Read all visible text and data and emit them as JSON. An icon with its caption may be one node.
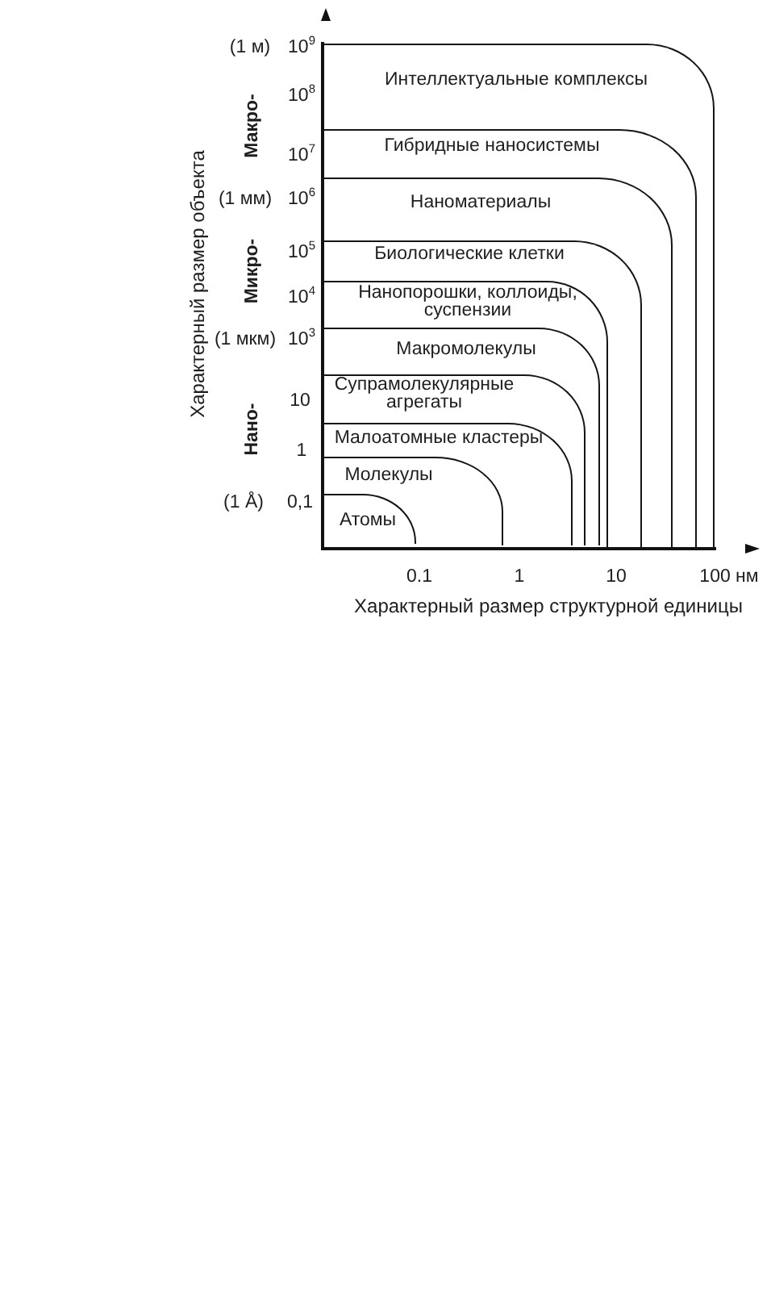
{
  "diagram": {
    "nodes": [
      {
        "text": [
          "Интеллектуальные комплексы"
        ]
      },
      {
        "text": [
          "Гибридные наносистемы"
        ],
        "in": 0
      },
      {
        "text": [
          "Наноматериалы"
        ],
        "in": 1
      },
      {
        "text": [
          "Биологические клетки"
        ],
        "in": 2
      },
      {
        "text": [
          "Нанопорошки, коллоиды, суспензии"
        ],
        "in": 3
      },
      {
        "text": [
          "Макромолекулы"
        ],
        "in": 4
      },
      {
        "text": [
          "Супрамолекулярные агрегаты"
        ],
        "in": 5
      },
      {
        "text": [
          "Малоатомные кластеры"
        ],
        "in": 6
      },
      {
        "text": [
          "Молекулы"
        ],
        "in": 7
      },
      {
        "text": [
          "Атомы"
        ],
        "in": 8
      }
    ],
    "labels": [
      "Характерный размер объекта",
      "(1 м)",
      "10$^{9}$",
      "10$^{8}$",
      "Макро-",
      "10$^{7}$",
      "(1 мм)",
      "10$^{6}$",
      "10$^{5}$",
      "Микро-",
      "10$^{4}$",
      "(1 мкм)",
      "10$^{3}$",
      "10",
      "Нано-",
      "1",
      "(1 Å)",
      "0,1",
      "0.1",
      "1",
      "10",
      "100 нм",
      "Характерный размер структурной единицы"
    ]
  }
}
